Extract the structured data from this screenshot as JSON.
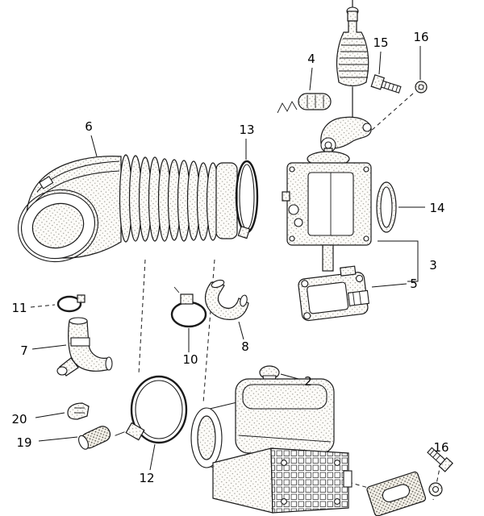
{
  "diagram": {
    "type": "exploded-parts-diagram",
    "subject": "air-intake-and-air-flow-meter-assembly",
    "background_color": "#ffffff",
    "line_color": "#1a1a1a",
    "callouts": {
      "c2": "2",
      "c3": "3",
      "c4": "4",
      "c5": "5",
      "c6": "6",
      "c7": "7",
      "c8": "8",
      "c10": "10",
      "c11": "11",
      "c12": "12",
      "c13": "13",
      "c14": "14",
      "c15": "15",
      "c16_top": "16",
      "c16_bottom": "16",
      "c19": "19",
      "c20": "20"
    }
  }
}
